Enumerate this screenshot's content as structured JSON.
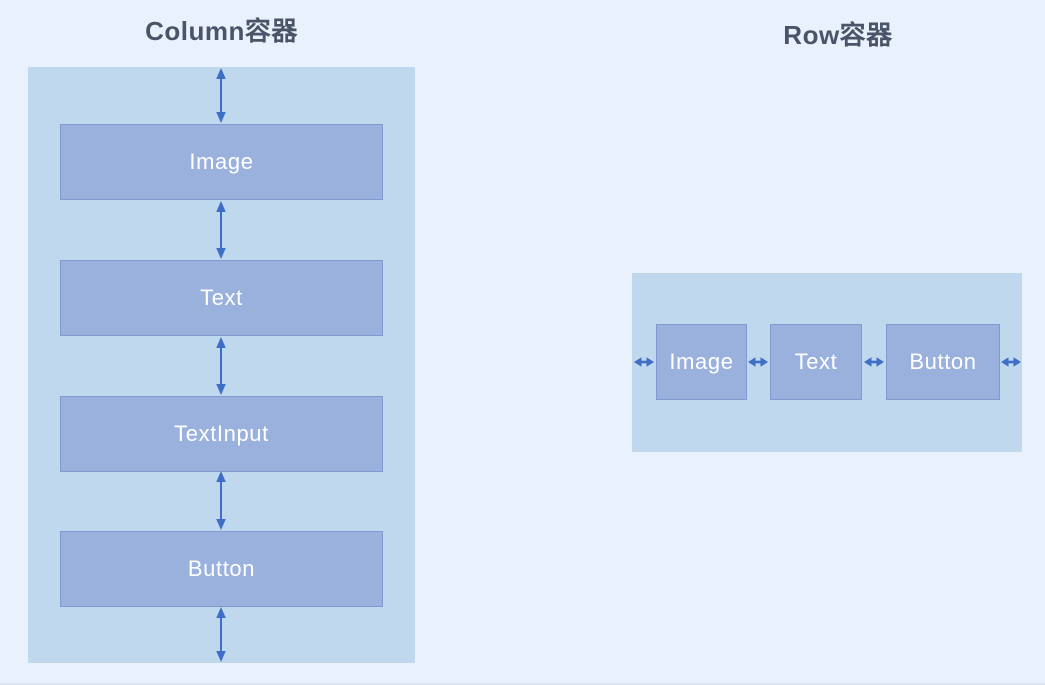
{
  "page": {
    "background": "#E8F1FC",
    "bottom_edge_color": "#D9E2EE"
  },
  "colors": {
    "container_fill": "#BFD8EE",
    "box_fill": "#9AB1DE",
    "box_border": "#7E9AD0",
    "arrow": "#3F6EC6",
    "title_text": "#495469",
    "box_text": "#FFFFFF"
  },
  "column_section": {
    "title": "Column容器",
    "boxes": [
      {
        "label": "Image"
      },
      {
        "label": "Text"
      },
      {
        "label": "TextInput"
      },
      {
        "label": "Button"
      }
    ]
  },
  "row_section": {
    "title": "Row容器",
    "boxes": [
      {
        "label": "Image"
      },
      {
        "label": "Text"
      },
      {
        "label": "Button"
      }
    ]
  }
}
